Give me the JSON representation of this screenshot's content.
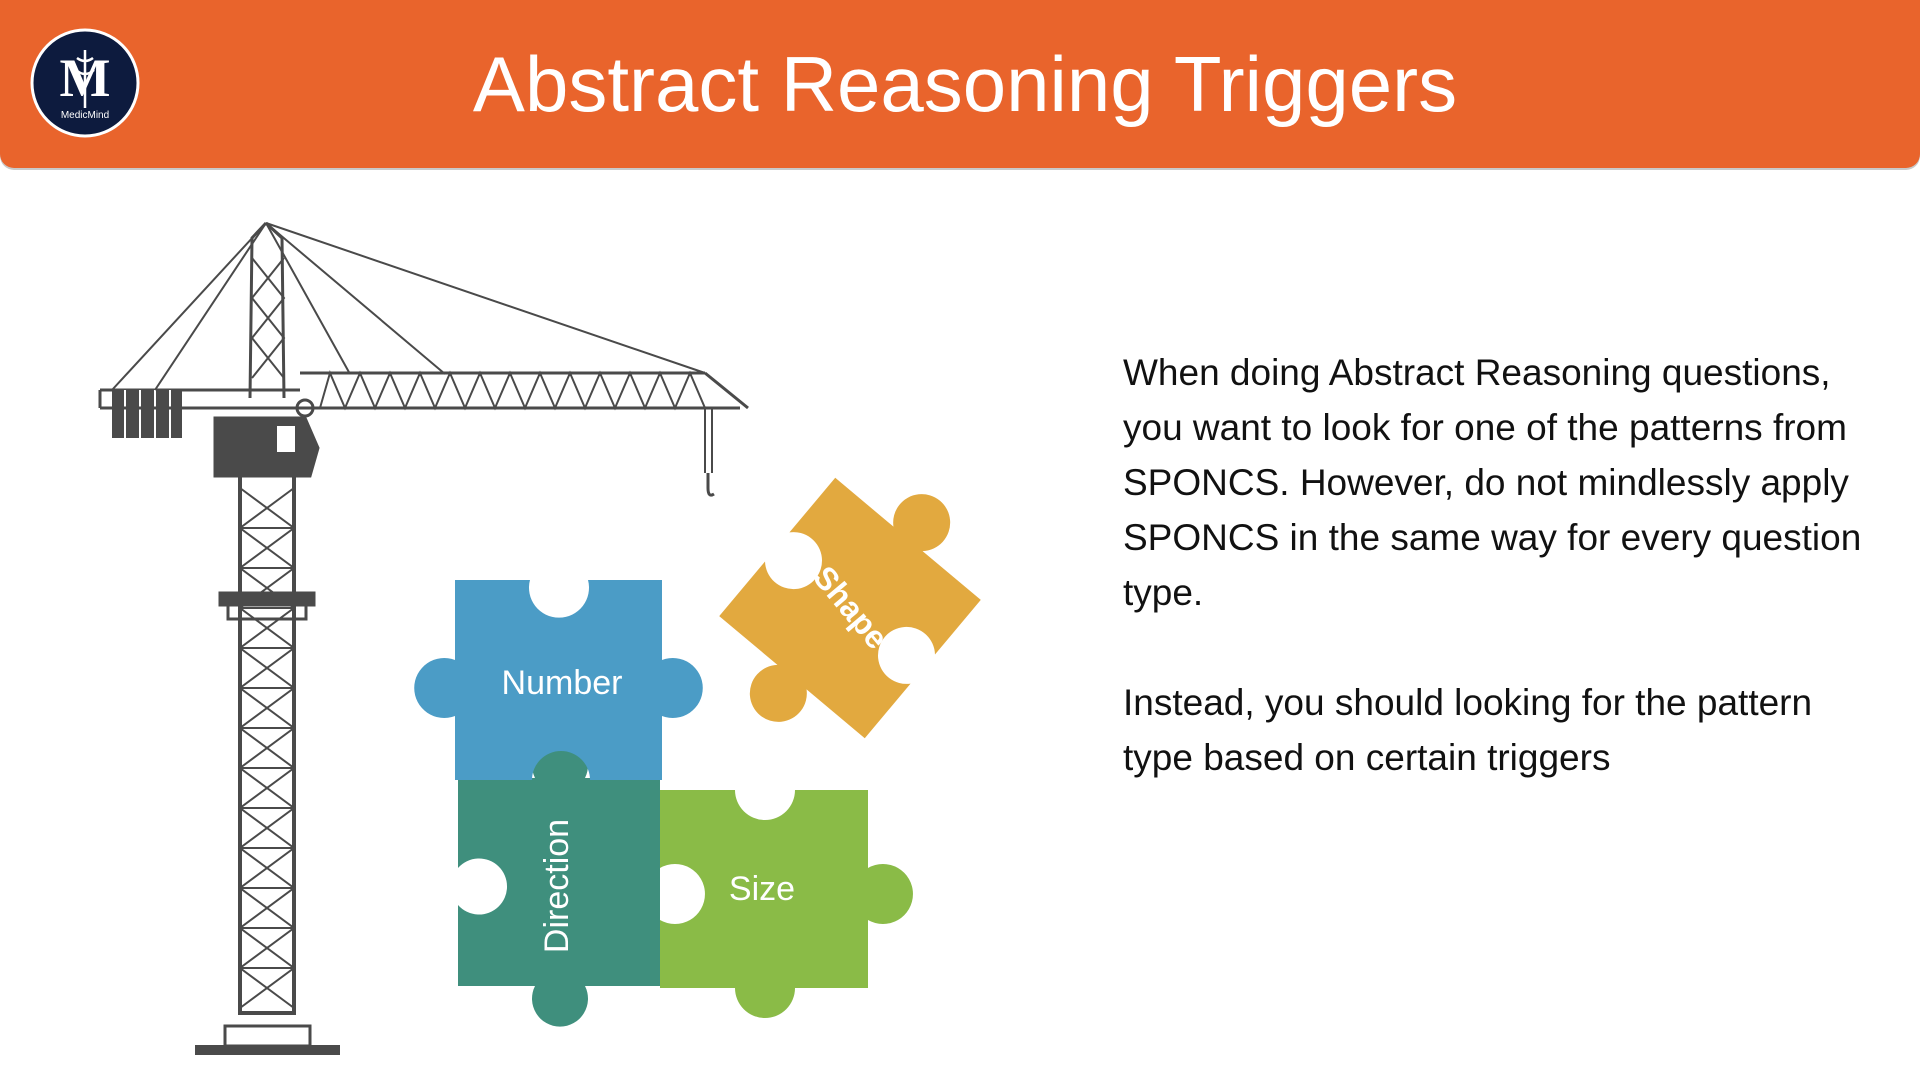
{
  "header": {
    "title": "Abstract Reasoning Triggers",
    "logo_text": "MedicMind",
    "logo_letter": "M",
    "background_color": "#E9642C"
  },
  "illustration": {
    "description_icon": "crane-with-puzzle-pieces",
    "pieces": {
      "number": "Number",
      "shape": "Shape",
      "direction": "Direction",
      "size": "Size"
    },
    "colors": {
      "number": "#4B9CC6",
      "shape": "#E2A93F",
      "direction": "#3F8F7D",
      "size": "#8ABB47",
      "crane": "#4a4a4a"
    }
  },
  "content": {
    "paragraph_1": "When doing Abstract Reasoning questions, you want to look for one of the patterns from SPONCS. However, do not mindlessly apply SPONCS in the same way for every question type.",
    "paragraph_2": "Instead, you should looking for the pattern type based on certain triggers"
  }
}
